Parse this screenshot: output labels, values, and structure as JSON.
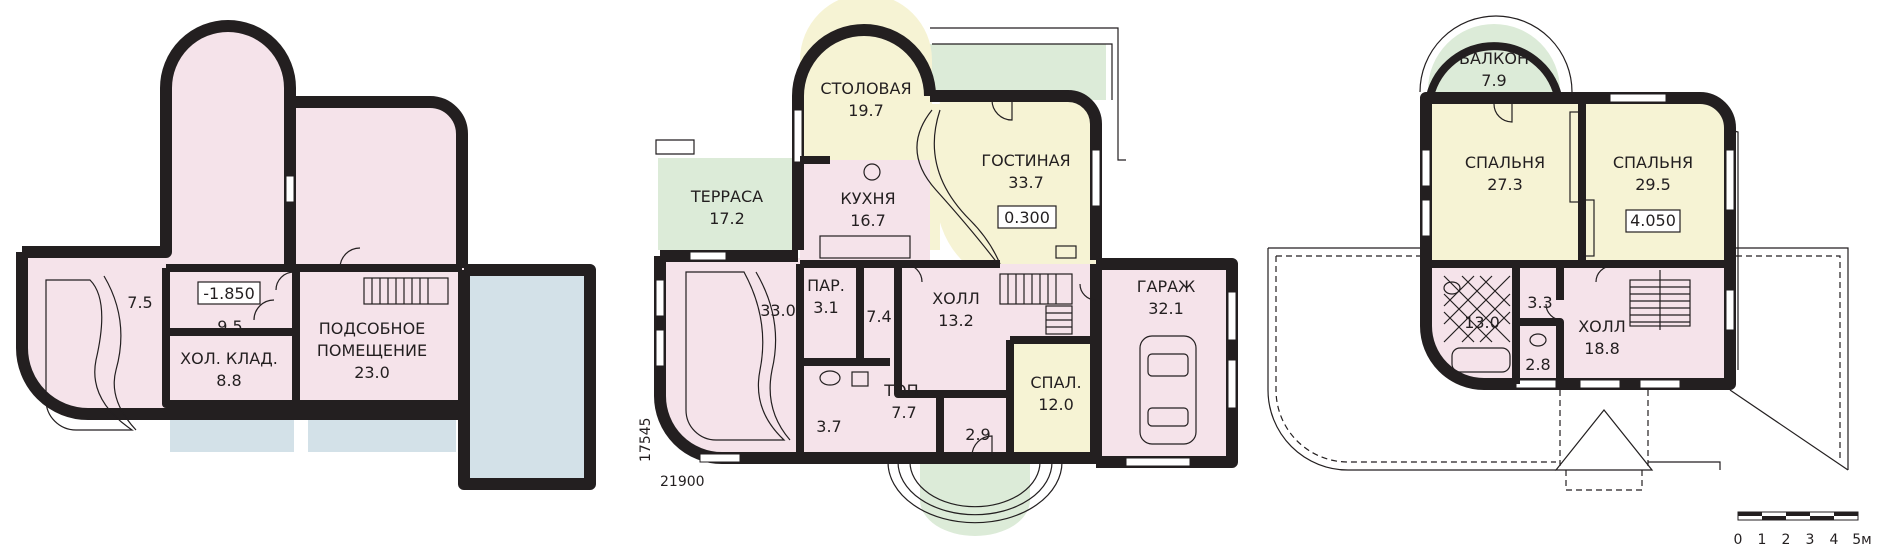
{
  "colors": {
    "wall": "#231f20",
    "room_pink": "#f5e3ea",
    "room_cream": "#f6f3d4",
    "room_green": "#dcebd8",
    "room_blue": "#d3e1e8",
    "background": "#ffffff"
  },
  "basement": {
    "room_left_area": "7.5",
    "level_mark": "-1.850",
    "corridor_area": "9.5",
    "cold_storage_name": "ХОЛ. КЛАД.",
    "cold_storage_area": "8.8",
    "utility_name_line1": "ПОДСОБНОЕ",
    "utility_name_line2": "ПОМЕЩЕНИЕ",
    "utility_area": "23.0"
  },
  "ground_floor": {
    "dining_name": "СТОЛОВАЯ",
    "dining_area": "19.7",
    "living_name": "ГОСТИНАЯ",
    "living_area": "33.7",
    "level_mark": "0.300",
    "terrace_name": "ТЕРРАСА",
    "terrace_area": "17.2",
    "kitchen_name": "КУХНЯ",
    "kitchen_area": "16.7",
    "pool_area": "33.0",
    "sauna_name": "ПАР.",
    "sauna_area": "3.1",
    "shower_area": "7.4",
    "hall_name": "ХОЛЛ",
    "hall_area": "13.2",
    "garage_name": "ГАРАЖ",
    "garage_area": "32.1",
    "furnace_name": "ТОП.",
    "furnace_area": "7.7",
    "bedroom_name": "СПАЛ.",
    "bedroom_area": "12.0",
    "wc_area": "3.7",
    "vestibule_area": "2.9",
    "depth_dimension": "17545",
    "width_dimension": "21900"
  },
  "upper_floor": {
    "balcony_name": "БАЛКОН",
    "balcony_area": "7.9",
    "bedroom1_name": "СПАЛЬНЯ",
    "bedroom1_area": "27.3",
    "bedroom2_name": "СПАЛЬНЯ",
    "bedroom2_area": "29.5",
    "level_mark": "4.050",
    "bathroom_area": "13.0",
    "closet_area": "3.3",
    "wc_area": "2.8",
    "hall_name": "ХОЛЛ",
    "hall_area": "18.8"
  },
  "scale_bar": {
    "ticks": [
      "0",
      "1",
      "2",
      "3",
      "4",
      "5м"
    ]
  }
}
